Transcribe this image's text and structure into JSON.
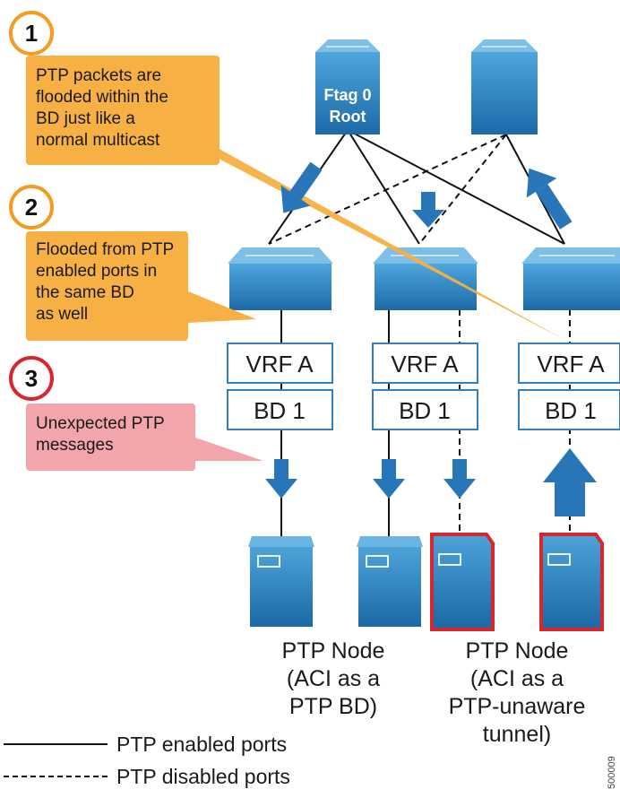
{
  "callouts": [
    {
      "number": "1",
      "lines": [
        "PTP packets are",
        "flooded within the",
        "BD just like a",
        "normal multicast"
      ]
    },
    {
      "number": "2",
      "lines": [
        "Flooded from PTP",
        "enabled ports in",
        "the same BD",
        "as well"
      ]
    },
    {
      "number": "3",
      "lines": [
        "Unexpected PTP",
        "messages"
      ]
    }
  ],
  "spines": [
    {
      "lines": [
        "Ftag 0",
        "Root"
      ]
    },
    {
      "lines": []
    }
  ],
  "leaf_boxes": [
    {
      "vrf": "VRF A",
      "bd": "BD 1"
    },
    {
      "vrf": "VRF A",
      "bd": "BD 1"
    },
    {
      "vrf": "VRF A",
      "bd": "BD 1"
    }
  ],
  "node_labels": [
    {
      "lines": [
        "PTP Node",
        "(ACI as a",
        "PTP BD)"
      ]
    },
    {
      "lines": [
        "PTP Node",
        "(ACI as a",
        "PTP-unaware",
        "tunnel)"
      ]
    }
  ],
  "legend": {
    "solid": "PTP enabled ports",
    "dashed": "PTP disabled ports"
  },
  "figure_id": "500009",
  "colors": {
    "switch_top": "#3f97cf",
    "switch_body": "#1f74b5",
    "arrow": "#2876b8",
    "callout_orange": "#f6b043",
    "callout_pink": "#f2a6ab",
    "box_border": "#2f7fc1",
    "host_highlight": "#d8262f",
    "num_circle_orange": "#f39c1f",
    "num_circle_red": "#d8262f"
  }
}
